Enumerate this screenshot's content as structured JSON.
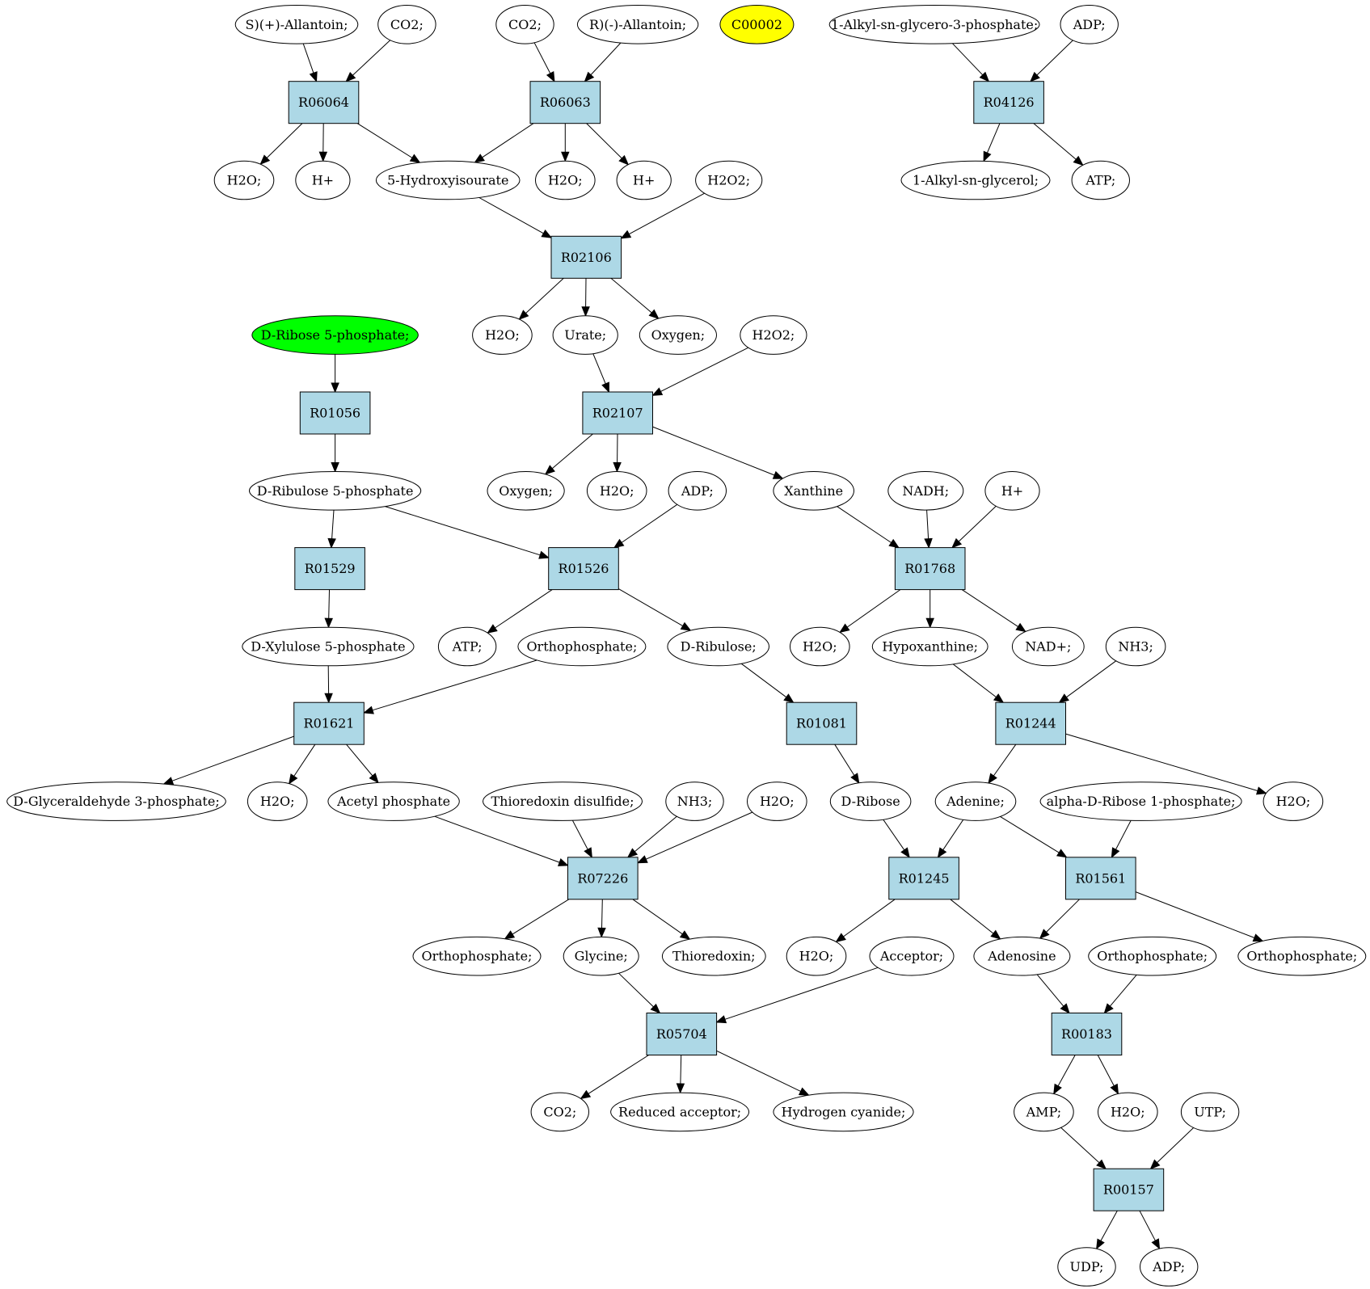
{
  "colors": {
    "reaction_fill": "#add8e6",
    "compound_fill": "#ffffff",
    "source_fill": "#00ff00",
    "query_fill": "#ffff00"
  },
  "diagram": {
    "compounds": [
      {
        "id": "c1",
        "label": "S)(+)-Allantoin;"
      },
      {
        "id": "c2",
        "label": "CO2;"
      },
      {
        "id": "c3",
        "label": "CO2;"
      },
      {
        "id": "c4",
        "label": "R)(-)-Allantoin;"
      },
      {
        "id": "c5",
        "label": "C00002",
        "role": "query"
      },
      {
        "id": "c6",
        "label": "1-Alkyl-sn-glycero-3-phosphate;"
      },
      {
        "id": "c7",
        "label": "ADP;"
      },
      {
        "id": "c8",
        "label": "H2O;"
      },
      {
        "id": "c9",
        "label": "H+"
      },
      {
        "id": "c10",
        "label": "5-Hydroxyisourate"
      },
      {
        "id": "c11",
        "label": "H2O;"
      },
      {
        "id": "c12",
        "label": "H+"
      },
      {
        "id": "c13",
        "label": "H2O2;"
      },
      {
        "id": "c14",
        "label": "1-Alkyl-sn-glycerol;"
      },
      {
        "id": "c15",
        "label": "ATP;"
      },
      {
        "id": "c16",
        "label": "D-Ribose 5-phosphate;",
        "role": "source"
      },
      {
        "id": "c17",
        "label": "H2O;"
      },
      {
        "id": "c18",
        "label": "Urate;"
      },
      {
        "id": "c19",
        "label": "Oxygen;"
      },
      {
        "id": "c20",
        "label": "H2O2;"
      },
      {
        "id": "c21",
        "label": "D-Ribulose 5-phosphate"
      },
      {
        "id": "c22",
        "label": "Oxygen;"
      },
      {
        "id": "c23",
        "label": "H2O;"
      },
      {
        "id": "c24",
        "label": "ADP;"
      },
      {
        "id": "c25",
        "label": "Xanthine"
      },
      {
        "id": "c26",
        "label": "NADH;"
      },
      {
        "id": "c27",
        "label": "H+"
      },
      {
        "id": "c28",
        "label": "D-Xylulose 5-phosphate"
      },
      {
        "id": "c29",
        "label": "ATP;"
      },
      {
        "id": "c30",
        "label": "Orthophosphate;"
      },
      {
        "id": "c31",
        "label": "D-Ribulose;"
      },
      {
        "id": "c32",
        "label": "H2O;"
      },
      {
        "id": "c33",
        "label": "Hypoxanthine;"
      },
      {
        "id": "c34",
        "label": "NAD+;"
      },
      {
        "id": "c35",
        "label": "NH3;"
      },
      {
        "id": "c36",
        "label": "D-Glyceraldehyde 3-phosphate;"
      },
      {
        "id": "c37",
        "label": "H2O;"
      },
      {
        "id": "c38",
        "label": "Acetyl phosphate"
      },
      {
        "id": "c39",
        "label": "Thioredoxin disulfide;"
      },
      {
        "id": "c40",
        "label": "NH3;"
      },
      {
        "id": "c41",
        "label": "H2O;"
      },
      {
        "id": "c42",
        "label": "D-Ribose"
      },
      {
        "id": "c43",
        "label": "Adenine;"
      },
      {
        "id": "c44",
        "label": "alpha-D-Ribose 1-phosphate;"
      },
      {
        "id": "c45",
        "label": "H2O;"
      },
      {
        "id": "c46",
        "label": "Orthophosphate;"
      },
      {
        "id": "c47",
        "label": "Glycine;"
      },
      {
        "id": "c48",
        "label": "Thioredoxin;"
      },
      {
        "id": "c49",
        "label": "H2O;"
      },
      {
        "id": "c50",
        "label": "Acceptor;"
      },
      {
        "id": "c51",
        "label": "Adenosine"
      },
      {
        "id": "c52",
        "label": "Orthophosphate;"
      },
      {
        "id": "c53",
        "label": "Orthophosphate;"
      },
      {
        "id": "c54",
        "label": "CO2;"
      },
      {
        "id": "c55",
        "label": "Reduced acceptor;"
      },
      {
        "id": "c56",
        "label": "Hydrogen cyanide;"
      },
      {
        "id": "c57",
        "label": "AMP;"
      },
      {
        "id": "c58",
        "label": "H2O;"
      },
      {
        "id": "c59",
        "label": "UTP;"
      },
      {
        "id": "c60",
        "label": "UDP;"
      },
      {
        "id": "c61",
        "label": "ADP;"
      }
    ],
    "reactions": [
      {
        "id": "r1",
        "label": "R06064"
      },
      {
        "id": "r2",
        "label": "R06063"
      },
      {
        "id": "r3",
        "label": "R04126"
      },
      {
        "id": "r4",
        "label": "R02106"
      },
      {
        "id": "r5",
        "label": "R01056"
      },
      {
        "id": "r6",
        "label": "R02107"
      },
      {
        "id": "r7",
        "label": "R01529"
      },
      {
        "id": "r8",
        "label": "R01526"
      },
      {
        "id": "r9",
        "label": "R01768"
      },
      {
        "id": "r10",
        "label": "R01621"
      },
      {
        "id": "r11",
        "label": "R01081"
      },
      {
        "id": "r12",
        "label": "R01244"
      },
      {
        "id": "r13",
        "label": "R07226"
      },
      {
        "id": "r14",
        "label": "R01245"
      },
      {
        "id": "r15",
        "label": "R01561"
      },
      {
        "id": "r16",
        "label": "R05704"
      },
      {
        "id": "r17",
        "label": "R00183"
      },
      {
        "id": "r18",
        "label": "R00157"
      }
    ],
    "edges": [
      [
        "c1",
        "r1"
      ],
      [
        "c2",
        "r1"
      ],
      [
        "r1",
        "c8"
      ],
      [
        "r1",
        "c9"
      ],
      [
        "r1",
        "c10"
      ],
      [
        "c3",
        "r2"
      ],
      [
        "c4",
        "r2"
      ],
      [
        "r2",
        "c10"
      ],
      [
        "r2",
        "c11"
      ],
      [
        "r2",
        "c12"
      ],
      [
        "c6",
        "r3"
      ],
      [
        "c7",
        "r3"
      ],
      [
        "r3",
        "c14"
      ],
      [
        "r3",
        "c15"
      ],
      [
        "c10",
        "r4"
      ],
      [
        "c13",
        "r4"
      ],
      [
        "r4",
        "c17"
      ],
      [
        "r4",
        "c18"
      ],
      [
        "r4",
        "c19"
      ],
      [
        "c16",
        "r5"
      ],
      [
        "r5",
        "c21"
      ],
      [
        "c18",
        "r6"
      ],
      [
        "c20",
        "r6"
      ],
      [
        "r6",
        "c22"
      ],
      [
        "r6",
        "c23"
      ],
      [
        "r6",
        "c25"
      ],
      [
        "c21",
        "r7"
      ],
      [
        "r7",
        "c28"
      ],
      [
        "c21",
        "r8"
      ],
      [
        "c24",
        "r8"
      ],
      [
        "r8",
        "c29"
      ],
      [
        "r8",
        "c31"
      ],
      [
        "c25",
        "r9"
      ],
      [
        "c26",
        "r9"
      ],
      [
        "c27",
        "r9"
      ],
      [
        "r9",
        "c32"
      ],
      [
        "r9",
        "c33"
      ],
      [
        "r9",
        "c34"
      ],
      [
        "c28",
        "r10"
      ],
      [
        "c30",
        "r10"
      ],
      [
        "r10",
        "c36"
      ],
      [
        "r10",
        "c37"
      ],
      [
        "r10",
        "c38"
      ],
      [
        "c31",
        "r11"
      ],
      [
        "r11",
        "c42"
      ],
      [
        "c33",
        "r12"
      ],
      [
        "c35",
        "r12"
      ],
      [
        "r12",
        "c43"
      ],
      [
        "r12",
        "c45"
      ],
      [
        "c38",
        "r13"
      ],
      [
        "c39",
        "r13"
      ],
      [
        "c40",
        "r13"
      ],
      [
        "c41",
        "r13"
      ],
      [
        "r13",
        "c46"
      ],
      [
        "r13",
        "c47"
      ],
      [
        "r13",
        "c48"
      ],
      [
        "c42",
        "r14"
      ],
      [
        "c43",
        "r14"
      ],
      [
        "r14",
        "c49"
      ],
      [
        "r14",
        "c51"
      ],
      [
        "c43",
        "r15"
      ],
      [
        "c44",
        "r15"
      ],
      [
        "r15",
        "c51"
      ],
      [
        "r15",
        "c53"
      ],
      [
        "c47",
        "r16"
      ],
      [
        "c50",
        "r16"
      ],
      [
        "r16",
        "c54"
      ],
      [
        "r16",
        "c55"
      ],
      [
        "r16",
        "c56"
      ],
      [
        "c51",
        "r17"
      ],
      [
        "c52",
        "r17"
      ],
      [
        "r17",
        "c57"
      ],
      [
        "r17",
        "c58"
      ],
      [
        "c57",
        "r18"
      ],
      [
        "c59",
        "r18"
      ],
      [
        "r18",
        "c60"
      ],
      [
        "r18",
        "c61"
      ]
    ]
  }
}
